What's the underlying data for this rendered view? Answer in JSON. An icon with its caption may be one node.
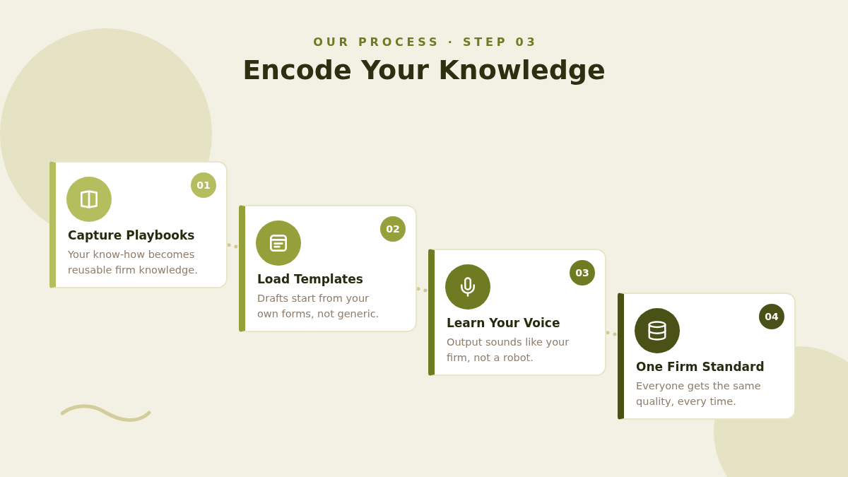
{
  "diagram": {
    "title": "Encode Your Knowledge",
    "nodes": [
      {
        "text": [
          "Capture Playbooks",
          "Your know-how becomes reusable firm knowledge."
        ]
      },
      {
        "text": [
          "01"
        ],
        "in": 0
      },
      {
        "text": [
          "Load Templates",
          "Drafts start from your own forms, not generic."
        ]
      },
      {
        "text": [
          "02"
        ],
        "in": 2
      },
      {
        "text": [
          "Learn Your Voice",
          "Output sounds like your firm, not a robot."
        ]
      },
      {
        "text": [
          "03"
        ],
        "in": 4
      },
      {
        "text": [
          "One Firm Standard",
          "Everyone gets the same quality, every time."
        ]
      },
      {
        "text": [
          "04"
        ],
        "in": 6
      }
    ],
    "edges": [
      {
        "from": 0,
        "to": 2,
        "arrow": "none",
        "style": "dashed"
      },
      {
        "from": 2,
        "to": 4,
        "arrow": "none",
        "style": "dashed"
      },
      {
        "from": 4,
        "to": 6,
        "arrow": "none",
        "style": "dashed"
      }
    ],
    "labels": [
      "OUR PROCESS · STEP 03"
    ]
  }
}
